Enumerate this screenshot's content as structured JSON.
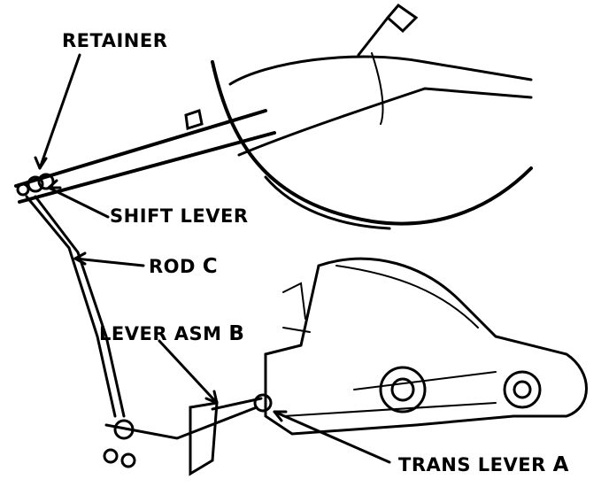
{
  "labels": {
    "retainer": "RETAINER",
    "shift_lever": "SHIFT LEVER",
    "rod": "ROD",
    "rod_letter": "C",
    "lever_asm": "LEVER ASM",
    "lever_asm_letter": "B",
    "trans_lever": "TRANS LEVER",
    "trans_lever_letter": "A"
  }
}
